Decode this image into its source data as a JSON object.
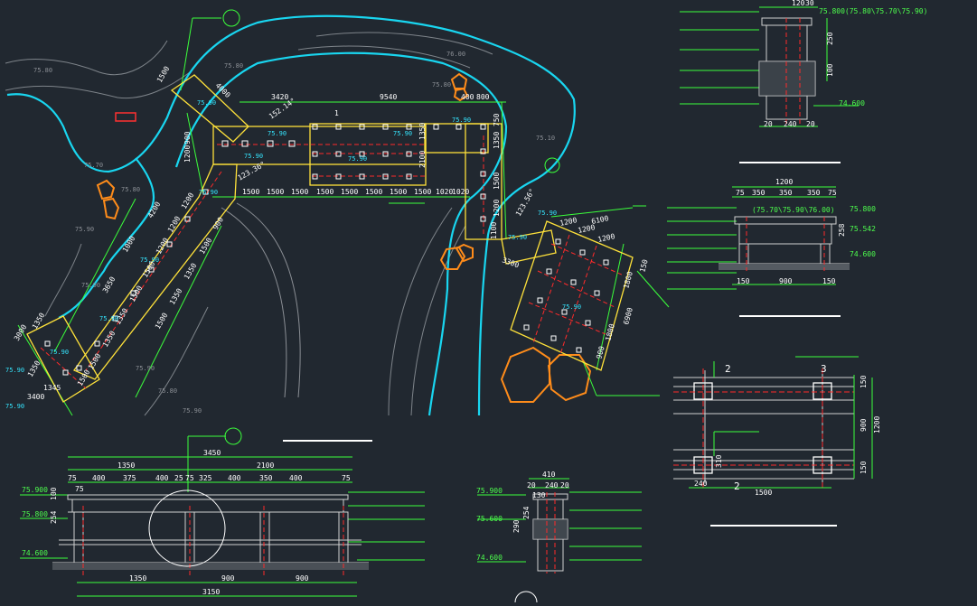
{
  "plan": {
    "top_dims": [
      "3420",
      "9540",
      "400",
      "800"
    ],
    "bottom_dims": [
      "1500",
      "1500",
      "1500",
      "1500",
      "1500",
      "1500",
      "1500",
      "1500",
      "1020",
      "1020"
    ],
    "left_dims": [
      "1500",
      "4000",
      "1200",
      "900",
      "1100",
      "1500",
      "1500",
      "1500"
    ],
    "right_dims": [
      "750",
      "1350",
      "1500",
      "1200",
      "1100",
      "2100",
      "1350"
    ],
    "angle_labels": [
      "152.14°",
      "123.36°",
      "123.56°"
    ],
    "diag_dims": [
      "1350",
      "1350",
      "1500",
      "4200",
      "1000",
      "3650",
      "1200",
      "1200",
      "1200",
      "1500",
      "1500",
      "1350",
      "1350",
      "1500",
      "900",
      "1500",
      "1350",
      "1350",
      "1500",
      "3000",
      "3400",
      "1345"
    ],
    "pav_dims": [
      "6100",
      "1200",
      "1200",
      "1200",
      "1800",
      "6900",
      "1800",
      "900",
      "150",
      "3300"
    ],
    "cyan_labels": [
      "75.90",
      "75.90",
      "75.90",
      "75.90",
      "75.90",
      "75.90",
      "75.90",
      "75.90",
      "75.90",
      "75.90",
      "75.90",
      "75.90",
      "75.90",
      "75.90",
      "75.90"
    ],
    "grey_labels": [
      "75.80",
      "75.80",
      "75.70",
      "75.80",
      "75.90",
      "76.00",
      "75.80",
      "75.90",
      "75.10",
      "75.90",
      "75.80",
      "75.90"
    ],
    "axis_one": "1"
  },
  "section_tr": {
    "top_dims": [
      "120",
      "30"
    ],
    "elev_top": "75.800(75.80\\75.70\\75.90)",
    "side_dims": [
      "250",
      "100"
    ],
    "elev_bottom": "74.600",
    "bottom_dims": [
      "20",
      "240",
      "20"
    ]
  },
  "section_mr": {
    "total": "1200",
    "dims": [
      "75",
      "350",
      "350",
      "350",
      "75"
    ],
    "elev_note": "(75.70\\75.90\\76.00)",
    "elevs": [
      "75.800",
      "75.542",
      "74.600"
    ],
    "side_dim": "258",
    "bottom_dims": [
      "150",
      "900",
      "150"
    ]
  },
  "beam_plan": {
    "axes": [
      "2",
      "3",
      "2"
    ],
    "right_dims": [
      "150",
      "900",
      "150",
      "1200"
    ],
    "bottom_dims": [
      "240",
      "1500"
    ],
    "mid_dim": "310"
  },
  "elevation": {
    "top_dims": [
      "3450",
      "1350",
      "2100"
    ],
    "detail_dims": [
      "75",
      "400",
      "375",
      "400",
      "25",
      "75",
      "325",
      "400",
      "350",
      "400",
      "75"
    ],
    "left_75": "75",
    "elevs": [
      "75.900",
      "75.800",
      "74.600"
    ],
    "side_dims": [
      "100",
      "254"
    ],
    "bottom_dims": [
      "1350",
      "900",
      "900",
      "3150"
    ]
  },
  "small_section": {
    "dims": [
      "410",
      "20",
      "240",
      "20",
      "130"
    ],
    "elevs": [
      "75.900",
      "75.600",
      "74.600"
    ],
    "side_dims": [
      "254",
      "290"
    ]
  }
}
